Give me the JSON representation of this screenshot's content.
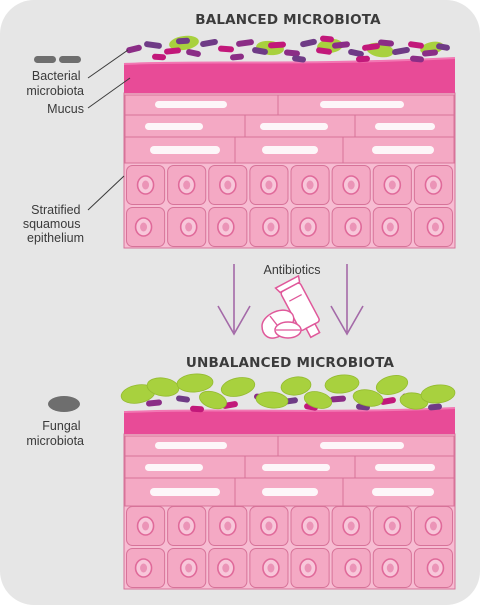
{
  "top": {
    "heading": "BALANCED MICROBIOTA",
    "labels": {
      "bacterial": [
        "Bacterial",
        "microbiota"
      ],
      "mucus": "Mucus",
      "epithelium": [
        "Stratified",
        "squamous",
        "epithelium"
      ]
    }
  },
  "middle": {
    "treatment": "Antibiotics"
  },
  "bottom": {
    "heading": "UNBALANCED MICROBIOTA",
    "labels": {
      "fungal": [
        "Fungal",
        "microbiota"
      ]
    }
  },
  "colors": {
    "background": "#e6e6e6",
    "mucus": "#e84b97",
    "cell": "#f4a9c4",
    "cell_stroke": "#d77399",
    "nucleus": "#e06a9a",
    "bacteria_purple": "#8b2d86",
    "bacteria_violet": "#6f3b86",
    "bacteria_magenta": "#c2187a",
    "fungi": "#a8d13e",
    "arrow": "#a46aa8"
  },
  "icons": [
    "pill-icon",
    "ointment-tube-icon",
    "bacteria-legend-icon",
    "fungi-legend-icon"
  ]
}
